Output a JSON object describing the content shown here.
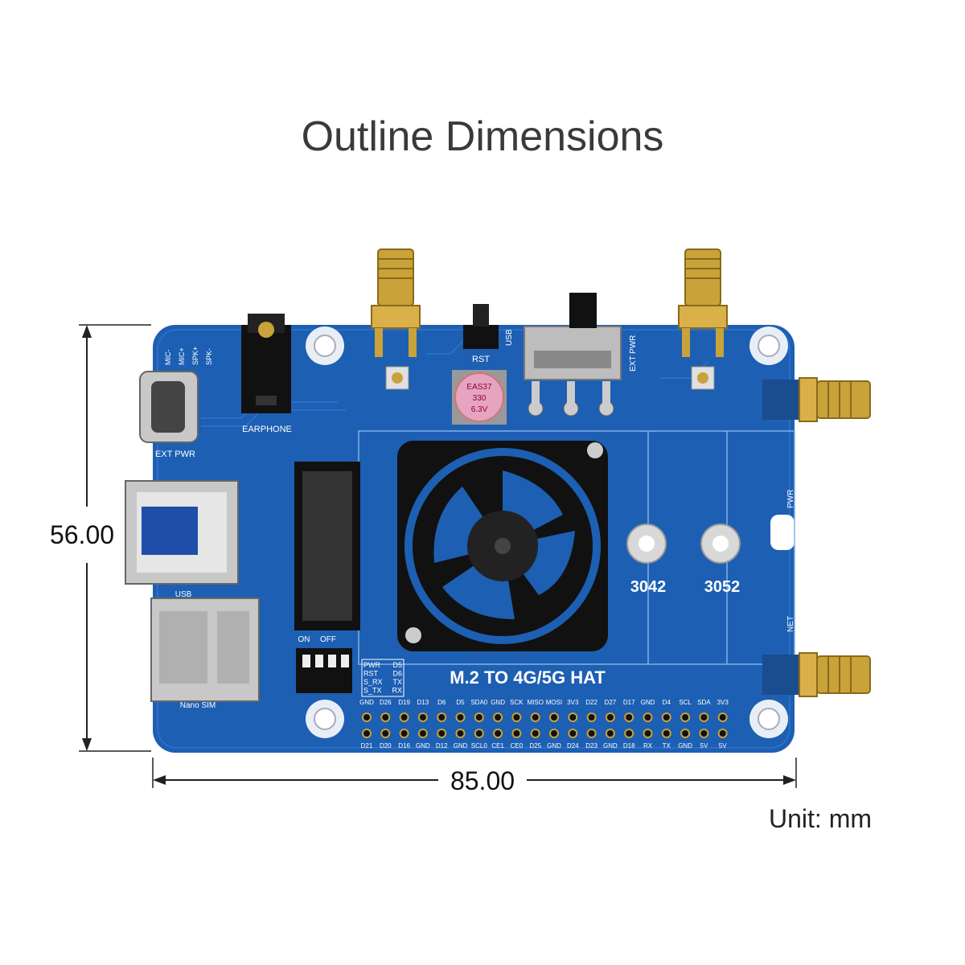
{
  "title": "Outline Dimensions",
  "unit_label": "Unit: mm",
  "dimensions": {
    "height": "56.00",
    "width": "85.00"
  },
  "board": {
    "name": "M.2 TO 4G/5G HAT",
    "slot_labels": [
      "3042",
      "3052"
    ],
    "labels": {
      "usb_top": "USB",
      "rst": "RST",
      "ext_pwr_right": "EXT PWR",
      "ext_pwr_left": "EXT PWR",
      "earphone": "EARPHONE",
      "usb_left": "USB",
      "nano_sim": "Nano SIM",
      "on": "ON",
      "off": "OFF",
      "pwr": "PWR",
      "net": "NET",
      "mic_minus": "MIC-",
      "mic_plus": "MIC+",
      "spk_plus": "SPK+",
      "spk_minus": "SPK-",
      "cap_line1": "EAS37",
      "cap_line2": "330",
      "cap_line3": "6.3V"
    },
    "led_table": [
      [
        "PWR",
        "D5"
      ],
      [
        "RST",
        "D6"
      ],
      [
        "S_RX",
        "TX"
      ],
      [
        "S_TX",
        "RX"
      ]
    ],
    "header_top": [
      "GND",
      "D26",
      "D19",
      "D13",
      "D6",
      "D5",
      "SDA0",
      "GND",
      "SCK",
      "MISO",
      "MOSI",
      "3V3",
      "D22",
      "D27",
      "D17",
      "GND",
      "D4",
      "SCL",
      "SDA",
      "3V3"
    ],
    "header_bottom": [
      "D21",
      "D20",
      "D16",
      "GND",
      "D12",
      "GND",
      "SCL0",
      "CE1",
      "CE0",
      "D25",
      "GND",
      "D24",
      "D23",
      "GND",
      "D18",
      "RX",
      "TX",
      "GND",
      "5V",
      "5V"
    ]
  },
  "colors": {
    "pcb": "#1d5fb3",
    "pcb_dark": "#174f99",
    "gold": "#c9a23a",
    "silver": "#c8c8c8"
  }
}
